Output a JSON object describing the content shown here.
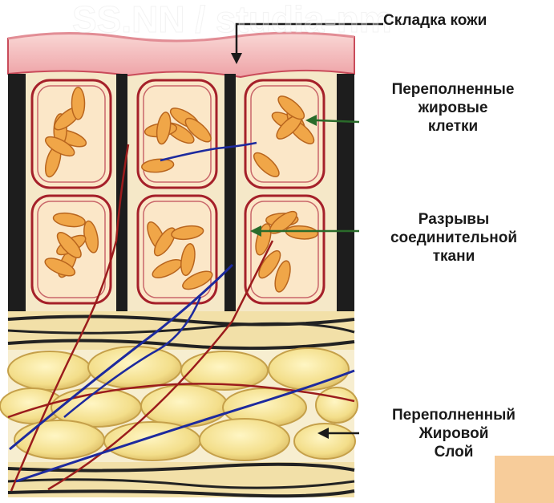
{
  "watermark": "SS.NN / studia-nm",
  "labels": {
    "skin_fold": "Складка кожи",
    "fat_cells": [
      "Переполненные",
      "жировые",
      "клетки"
    ],
    "connective_tissue": [
      "Разрывы",
      "соединительной",
      "ткани"
    ],
    "fat_layer": [
      "Переполненный",
      "Жировой",
      "Слой"
    ]
  },
  "colors": {
    "skin": "#f2b5b8",
    "skin_edge": "#c94b5a",
    "background_tissue": "#f5e8c8",
    "septum": "#1d1d1d",
    "cell_wall": "#a5202a",
    "fat_globule": "#f0a648",
    "fat_layer": "#f2dd86",
    "vessel_red": "#9b1c1c",
    "vessel_blue": "#1d2a9e",
    "corner_swatch": "#f7cc9a"
  }
}
